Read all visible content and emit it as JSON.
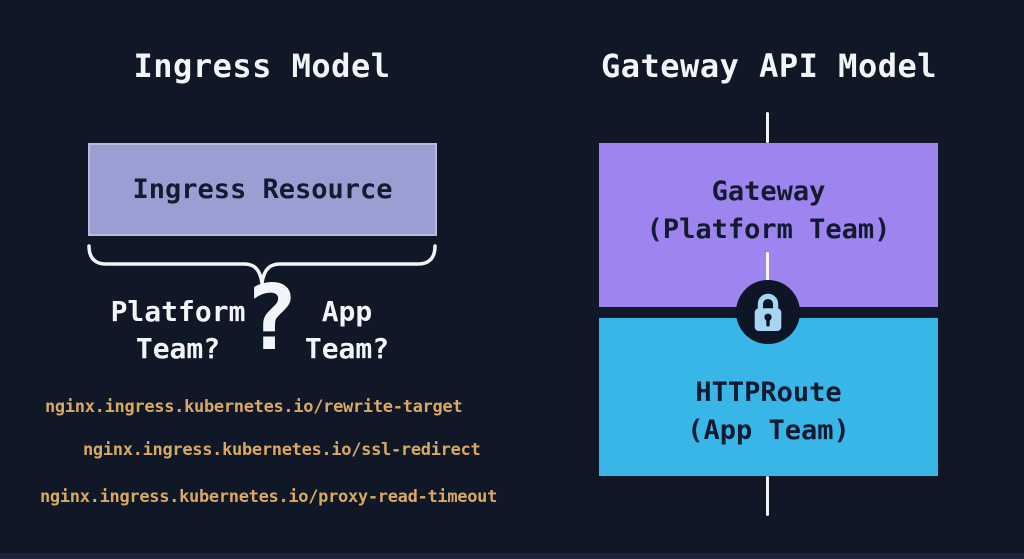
{
  "canvas": {
    "background_color": "#101726",
    "footer_bar_color": "#1c2338"
  },
  "left_panel": {
    "title": "Ingress Model",
    "ingress_box": {
      "label": "Ingress Resource",
      "fill_color": "#9a9ed2",
      "text_color": "#141b30"
    },
    "underbrace_color": "#f2f4f7",
    "question_left": {
      "line1": "Platform",
      "line2": "Team?"
    },
    "big_question_mark": "?",
    "question_right": {
      "line1": "App",
      "line2": "Team?"
    },
    "annotations": [
      "nginx.ingress.kubernetes.io/rewrite-target",
      "nginx.ingress.kubernetes.io/ssl-redirect",
      "nginx.ingress.kubernetes.io/proxy-read-timeout"
    ],
    "annotation_color": "#d9a862"
  },
  "right_panel": {
    "title": "Gateway API Model",
    "gateway_box": {
      "line1": "Gateway",
      "line2": "(Platform Team)",
      "fill_color": "#9d84ef",
      "text_color": "#141b30"
    },
    "httproute_box": {
      "line1": "HTTPRoute",
      "line2": "(App Team)",
      "fill_color": "#38b6e8",
      "text_color": "#141b30"
    },
    "lock_badge": {
      "circle_color": "#0e1524",
      "glyph_color": "#a7d6f2"
    },
    "connector_color": "#f2f4f7"
  }
}
